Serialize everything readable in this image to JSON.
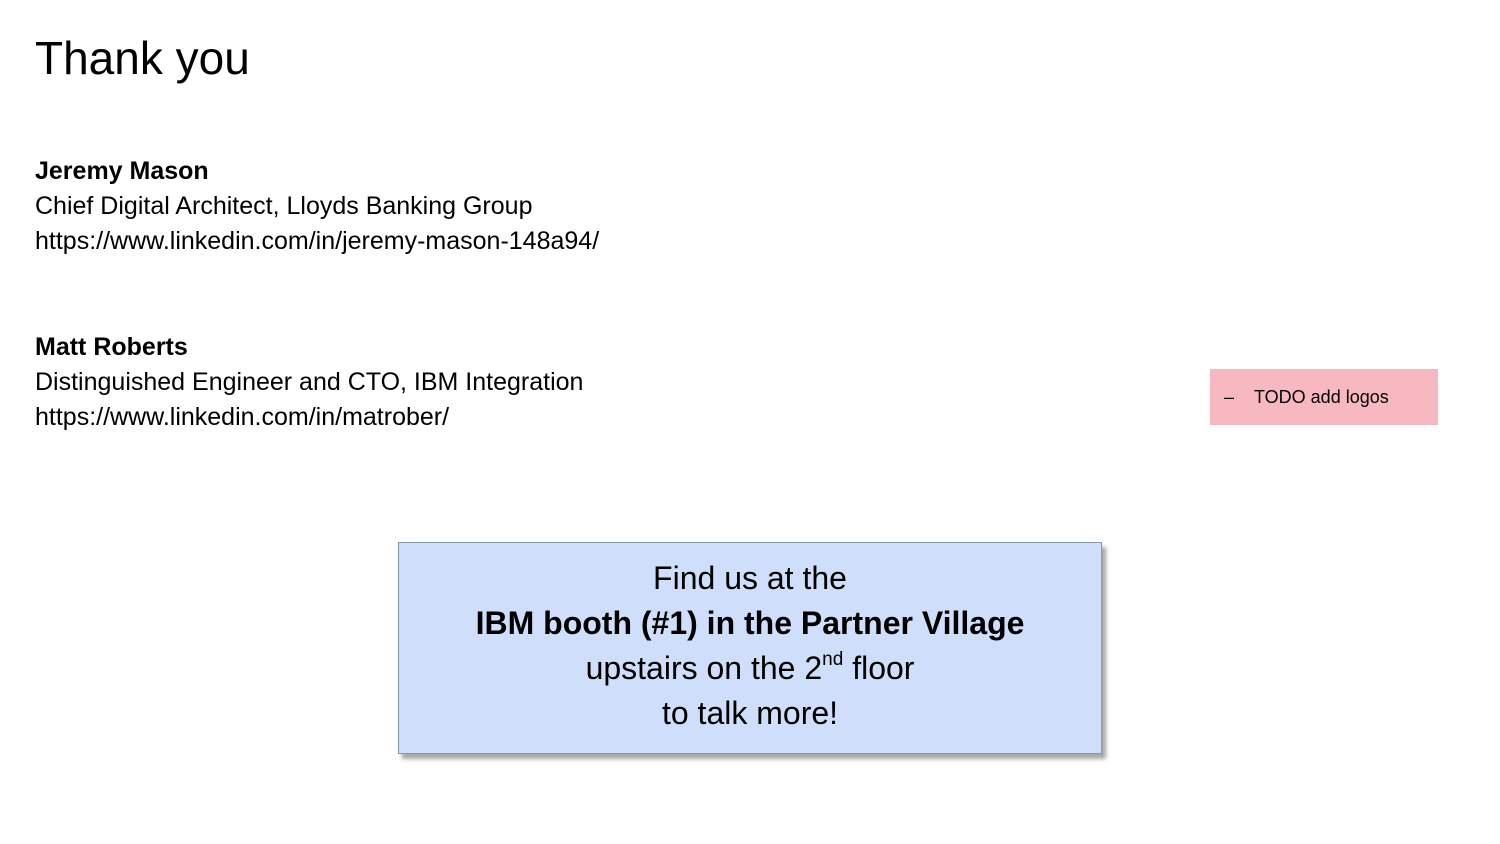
{
  "slide": {
    "title": "Thank you"
  },
  "contacts": [
    {
      "name": "Jeremy Mason",
      "role": "Chief Digital Architect, Lloyds Banking Group",
      "link": "https://www.linkedin.com/in/jeremy-mason-148a94/"
    },
    {
      "name": "Matt Roberts",
      "role": "Distinguished Engineer and CTO, IBM Integration",
      "link": "https://www.linkedin.com/in/matrober/"
    }
  ],
  "todo_note": {
    "bullet": "–",
    "text": "TODO add logos",
    "color": "#f8b8c1"
  },
  "callout": {
    "line1": "Find us at the",
    "line2": "IBM booth (#1) in the Partner Village",
    "line3_prefix": "upstairs on the 2",
    "line3_sup": "nd",
    "line3_suffix": " floor",
    "line4": "to talk more!",
    "color": "#cfdffb"
  }
}
